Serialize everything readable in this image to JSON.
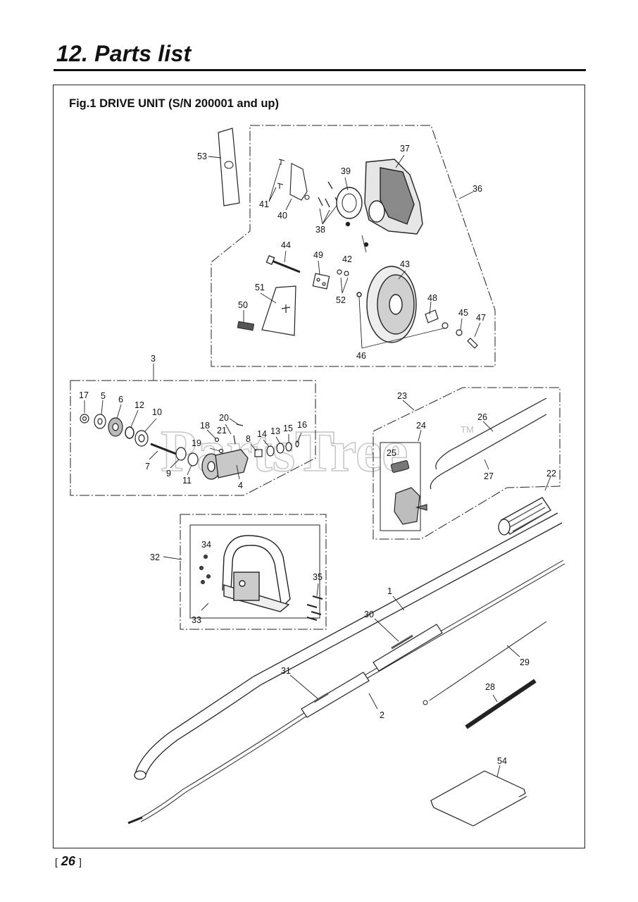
{
  "page": {
    "title": "12. Parts list",
    "figure_caption": "Fig.1 DRIVE UNIT (S/N 200001 and up)",
    "page_number": "26"
  },
  "watermark": {
    "text": "PartsTree",
    "tm": "TM"
  },
  "callouts": {
    "c1": "1",
    "c2": "2",
    "c3": "3",
    "c4": "4",
    "c5": "5",
    "c6": "6",
    "c7": "7",
    "c8": "8",
    "c9": "9",
    "c10": "10",
    "c11": "11",
    "c12": "12",
    "c13": "13",
    "c14": "14",
    "c15": "15",
    "c16": "16",
    "c17": "17",
    "c18": "18",
    "c19": "19",
    "c20": "20",
    "c21": "21",
    "c22": "22",
    "c23": "23",
    "c24": "24",
    "c25": "25",
    "c26": "26",
    "c27": "27",
    "c28": "28",
    "c29": "29",
    "c30": "30",
    "c31": "31",
    "c32": "32",
    "c33": "33",
    "c34": "34",
    "c35": "35",
    "c36": "36",
    "c37": "37",
    "c38": "38",
    "c39": "39",
    "c40": "40",
    "c41": "41",
    "c42": "42",
    "c43": "43",
    "c44": "44",
    "c45": "45",
    "c46": "46",
    "c47": "47",
    "c48": "48",
    "c49": "49",
    "c50": "50",
    "c51": "51",
    "c52": "52",
    "c53": "53",
    "c54": "54"
  }
}
